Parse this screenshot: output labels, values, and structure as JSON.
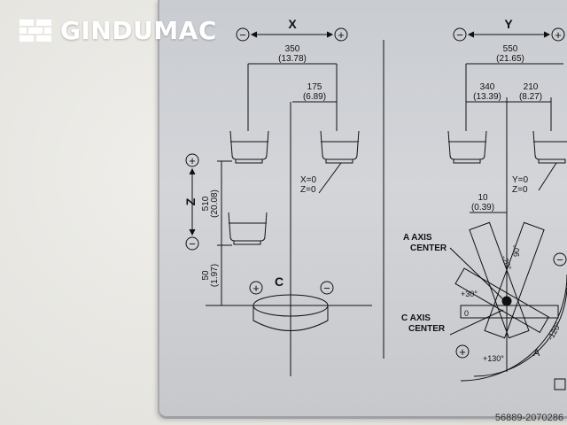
{
  "logo": {
    "text": "GINDUMAC",
    "icon": "brick-wall-icon"
  },
  "x_axis": {
    "title": "X",
    "minus": "−",
    "plus": "+",
    "dim_total": "350",
    "dim_total_in": "(13.78)",
    "dim_half": "175",
    "dim_half_in": "(6.89)",
    "zero_x": "X=0",
    "zero_z": "Z=0"
  },
  "z_axis": {
    "title": "Z",
    "plus": "+",
    "minus": "−",
    "dim_travel": "510",
    "dim_travel_in": "(20.08)",
    "dim_low": "50",
    "dim_low_in": "(1.97)"
  },
  "c_axis": {
    "title": "C",
    "plus": "+",
    "minus": "−"
  },
  "y_axis": {
    "title": "Y",
    "minus": "−",
    "plus": "+",
    "dim_total": "550",
    "dim_total_in": "(21.65)",
    "dim_left": "340",
    "dim_left_in": "(13.39)",
    "dim_right": "210",
    "dim_right_in": "(8.27)",
    "zero_y": "Y=0",
    "zero_z": "Z=0",
    "dim_offset": "10",
    "dim_offset_in": "(0.39)"
  },
  "a_axis": {
    "center_line1": "A AXIS",
    "center_line2": "CENTER",
    "angle_m20": "-20°",
    "angle_90": "90°",
    "angle_p30": "+30°",
    "angle_0": "0",
    "angle_m120": "-120°",
    "angle_130": "+130°",
    "label_a": "A",
    "plus": "+",
    "minus": "−"
  },
  "c_center": {
    "line1": "C AXIS",
    "line2": "CENTER"
  },
  "watermark": {
    "text": "56889-2070286"
  }
}
